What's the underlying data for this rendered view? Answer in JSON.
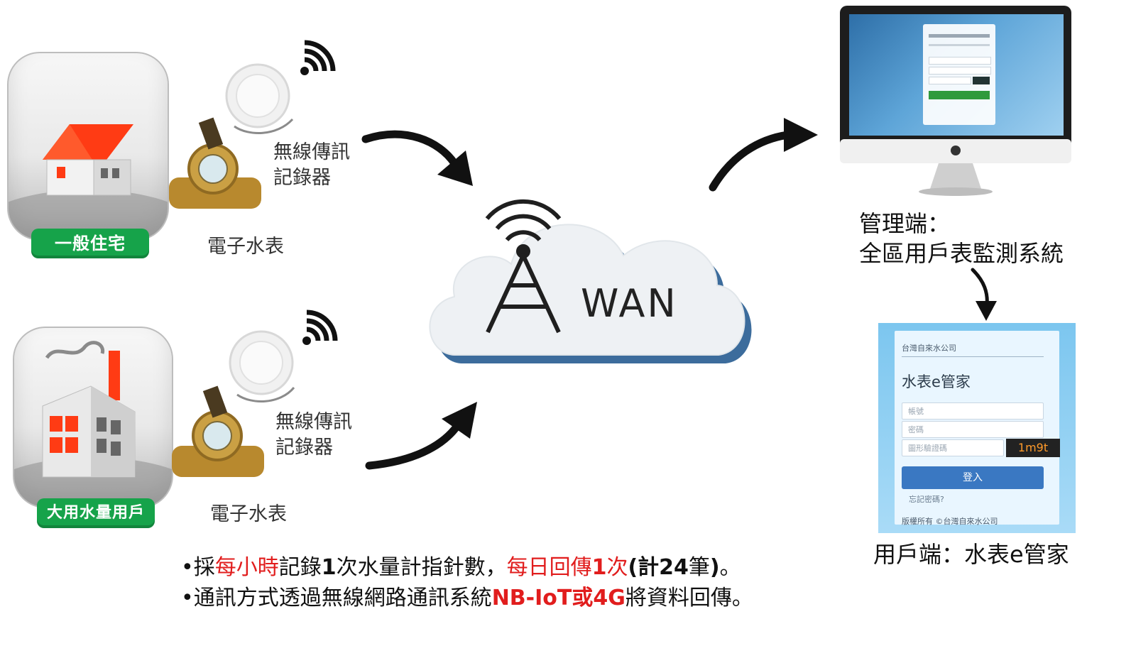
{
  "diagram": {
    "left_nodes": [
      {
        "badge": "一般住宅",
        "meter_label": "電子水表",
        "logger_label_line1": "無線傳訊",
        "logger_label_line2": "記錄器"
      },
      {
        "badge": "大用水量用戶",
        "meter_label": "電子水表",
        "logger_label_line1": "無線傳訊",
        "logger_label_line2": "記錄器"
      }
    ],
    "network": {
      "label": "WAN"
    },
    "admin": {
      "label_line1": "管理端：",
      "label_line2": "全區用戶表監測系統"
    },
    "user": {
      "label": "用戶端：水表e管家",
      "app": {
        "company": "台灣自來水公司",
        "title": "水表e管家",
        "account_placeholder": "帳號",
        "password_placeholder": "密碼",
        "captcha_placeholder": "圖形驗證碼",
        "captcha_code": "1m9t",
        "login_button": "登入",
        "forgot_link": "忘記密碼?",
        "copyright": "版權所有 ©台灣自來水公司"
      }
    }
  },
  "notes": {
    "line1": {
      "bullet": "•",
      "p1": "採",
      "p2": "每小時",
      "p3": "記錄",
      "p4": "1",
      "p5": "次水量計指針數，",
      "p6": "每日回傳",
      "p7": "1",
      "p8": "次",
      "p9": "(計",
      "p10": "24",
      "p11": "筆",
      "p12": ")",
      "p13": "。"
    },
    "line2": {
      "bullet": "•",
      "p1": "通訊方式透過無線網路通訊系統",
      "p2": "NB-IoT",
      "p3": "或",
      "p4": "4G",
      "p5": "將資料回傳。"
    }
  },
  "colors": {
    "badge_green": "#16a34a",
    "highlight_red": "#e11d1d",
    "roof_red": "#ff3b14",
    "cloud_blue": "#3c6c9c"
  }
}
